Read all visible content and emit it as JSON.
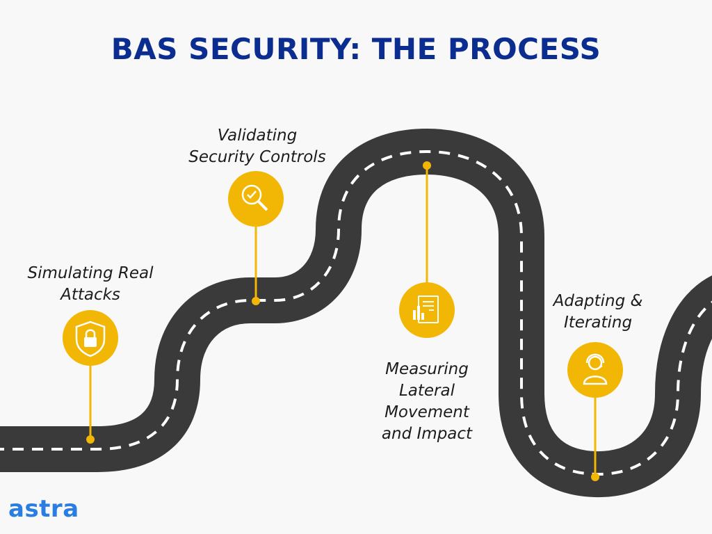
{
  "title": "BAS SECURITY: THE PROCESS",
  "logo": "astra",
  "colors": {
    "road": "#3a3a3a",
    "lane": "#ffffff",
    "accent": "#f2b705",
    "title": "#0b2d8f",
    "logo": "#2a7de1"
  },
  "steps": [
    {
      "label": "Simulating Real\nAttacks",
      "icon": "shield-lock-icon"
    },
    {
      "label": "Validating\nSecurity Controls",
      "icon": "magnifier-check-icon"
    },
    {
      "label": "Measuring\nLateral\nMovement\nand Impact",
      "icon": "report-chart-icon"
    },
    {
      "label": "Adapting &\nIterating",
      "icon": "support-agent-icon"
    }
  ]
}
